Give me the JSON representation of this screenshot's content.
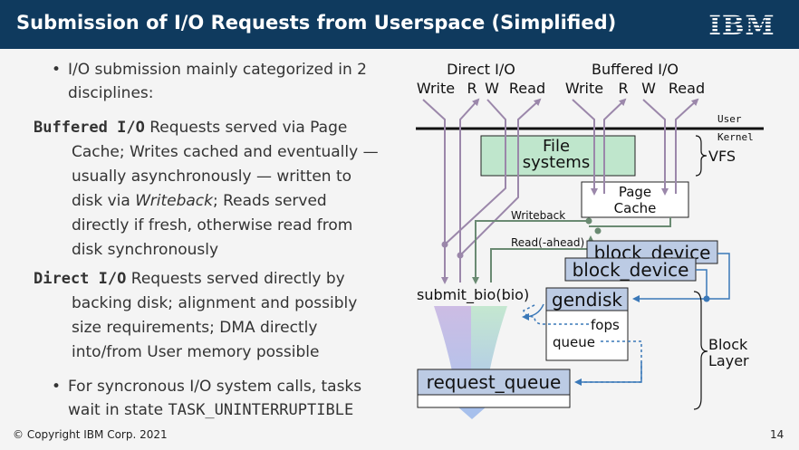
{
  "header": {
    "title": "Submission of I/O Requests from Userspace (Simplified)",
    "logo_text": "IBM"
  },
  "bullets": {
    "b1": {
      "marker": "•",
      "line1": "I/O submission mainly categorized in 2",
      "line2": "disciplines:"
    },
    "buffered": {
      "term": "Buffered I/O",
      "line1": "Requests served via Page",
      "line2": "Cache; Writes cached and eventually —",
      "line3": "usually asynchronously — written to",
      "line4_pre": "disk via ",
      "line4_em": "Writeback",
      "line4_post": "; Reads served",
      "line5": "directly if fresh, otherwise read from",
      "line6": "disk synchronously"
    },
    "direct": {
      "term": "Direct I/O",
      "line1": "Requests served directly by",
      "line2": "backing disk; alignment and possibly",
      "line3": "size requirements; DMA directly",
      "line4": "into/from User memory possible"
    },
    "b4": {
      "marker": "•",
      "line1": "For syncronous I/O system calls, tasks",
      "line2_pre": "wait in state ",
      "line2_mono": "TASK_UNINTERRUPTIBLE"
    }
  },
  "diagram": {
    "direct_io": "Direct I/O",
    "buffered_io": "Buffered I/O",
    "ops": {
      "write": "Write",
      "r": "R",
      "w": "W",
      "read": "Read"
    },
    "user": "User",
    "kernel": "Kernel",
    "file_systems_1": "File",
    "file_systems_2": "systems",
    "vfs": "VFS",
    "page_cache_1": "Page",
    "page_cache_2": "Cache",
    "writeback": "Writeback",
    "read_ahead": "Read(-ahead)",
    "block_device": "block_device",
    "submit_bio": "submit_bio(bio)",
    "gendisk": "gendisk",
    "fops": "fops",
    "queue": "queue",
    "request_queue": "request_queue",
    "block_layer_1": "Block",
    "block_layer_2": "Layer",
    "colors": {
      "fs": "#bfe6cc",
      "blk": "#bccbe4",
      "arrow_purple": "#9b87aa",
      "arrow_green": "#6a8a72",
      "blue": "#3a78b8"
    }
  },
  "footer": {
    "copyright": "© Copyright IBM Corp. 2021",
    "page": "14"
  }
}
